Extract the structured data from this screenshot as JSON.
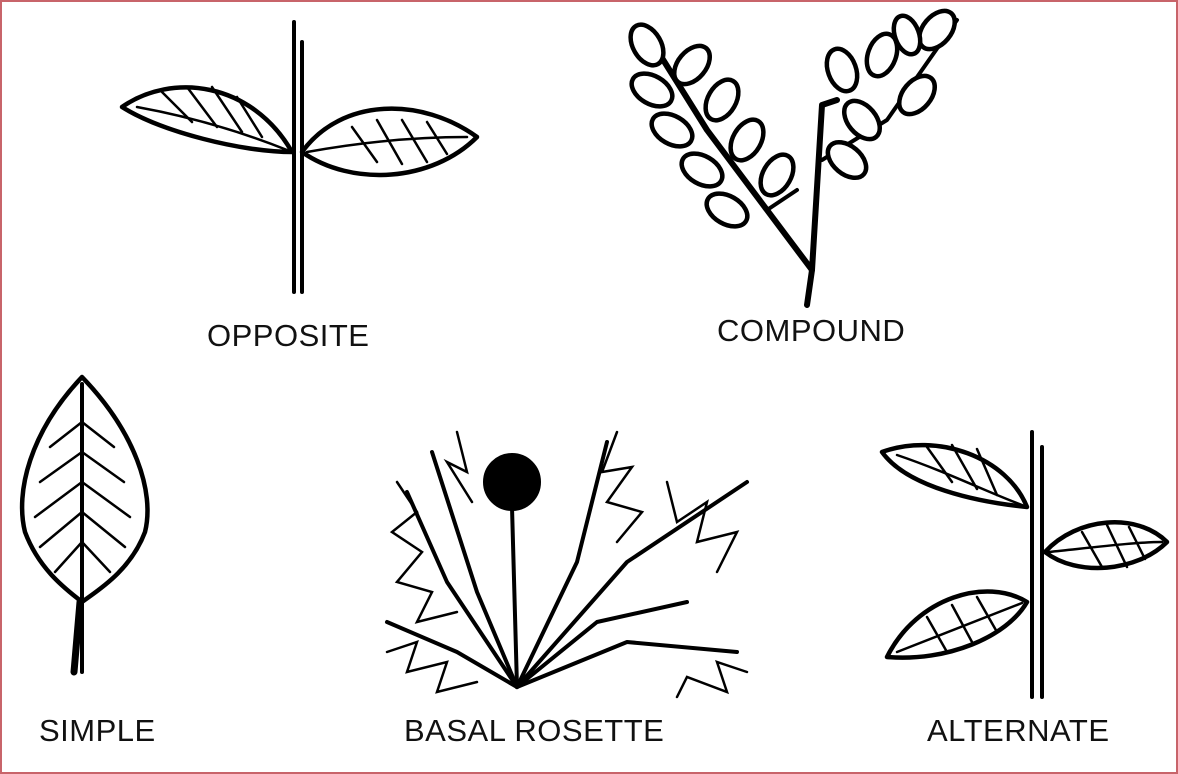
{
  "labels": {
    "opposite": "OPPOSITE",
    "compound": "COMPOUND",
    "simple": "SIMPLE",
    "basal_rosette": "BASAL ROSETTE",
    "alternate": "ALTERNATE"
  },
  "colors": {
    "ink": "#000000",
    "frame": "#c8646a",
    "background": "#ffffff"
  }
}
